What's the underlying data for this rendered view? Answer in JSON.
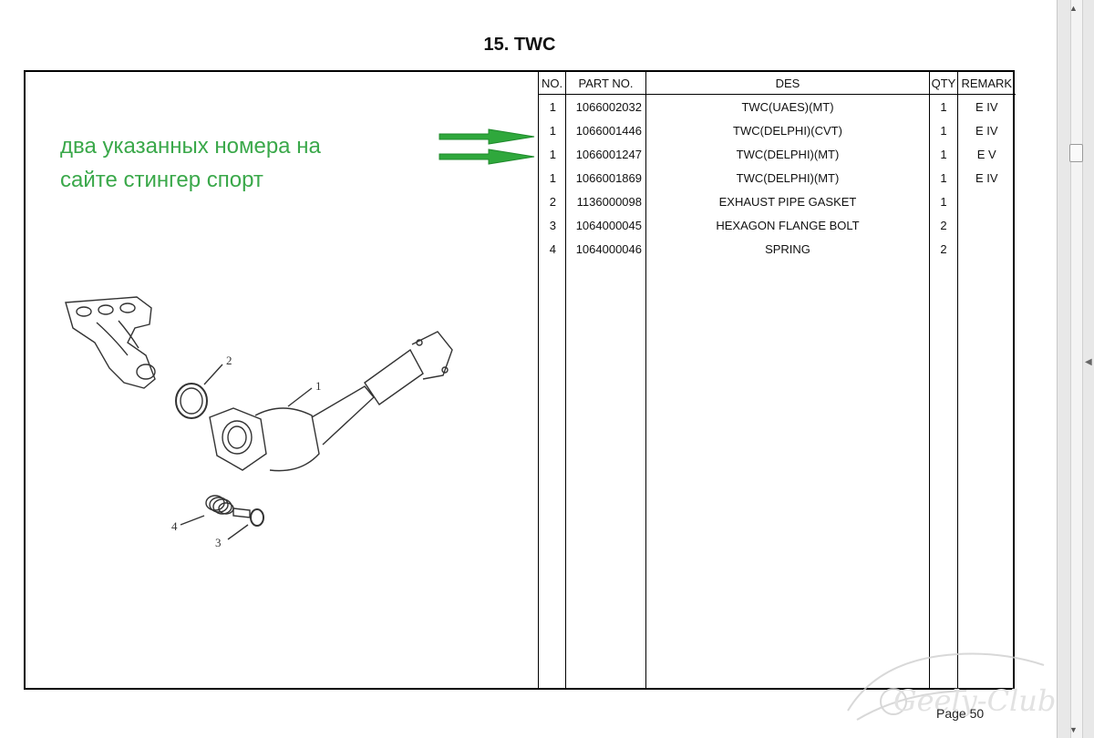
{
  "page": {
    "title": "15. TWC",
    "footer": "Page 50"
  },
  "annotation": {
    "line1": "два указанных номера на",
    "line2": "сайте стингер спорт"
  },
  "table": {
    "headers": {
      "no": "NO.",
      "part_no": "PART NO.",
      "des": "DES",
      "qty": "QTY",
      "remark": "REMARK"
    },
    "rows": [
      {
        "no": "1",
        "part_no": "1066002032",
        "des": "TWC(UAES)(MT)",
        "qty": "1",
        "remark": "E IV"
      },
      {
        "no": "1",
        "part_no": "1066001446",
        "des": "TWC(DELPHI)(CVT)",
        "qty": "1",
        "remark": "E IV"
      },
      {
        "no": "1",
        "part_no": "1066001247",
        "des": "TWC(DELPHI)(MT)",
        "qty": "1",
        "remark": "E V"
      },
      {
        "no": "1",
        "part_no": "1066001869",
        "des": "TWC(DELPHI)(MT)",
        "qty": "1",
        "remark": "E IV"
      },
      {
        "no": "2",
        "part_no": "1136000098",
        "des": "EXHAUST PIPE GASKET",
        "qty": "1",
        "remark": ""
      },
      {
        "no": "3",
        "part_no": "1064000045",
        "des": "HEXAGON FLANGE BOLT",
        "qty": "2",
        "remark": ""
      },
      {
        "no": "4",
        "part_no": "1064000046",
        "des": "SPRING",
        "qty": "2",
        "remark": ""
      }
    ]
  },
  "drawing": {
    "callouts": [
      "1",
      "2",
      "3",
      "4"
    ]
  },
  "colors": {
    "annotation_green": "#3aa84a",
    "arrow_green": "#2fa83c"
  }
}
